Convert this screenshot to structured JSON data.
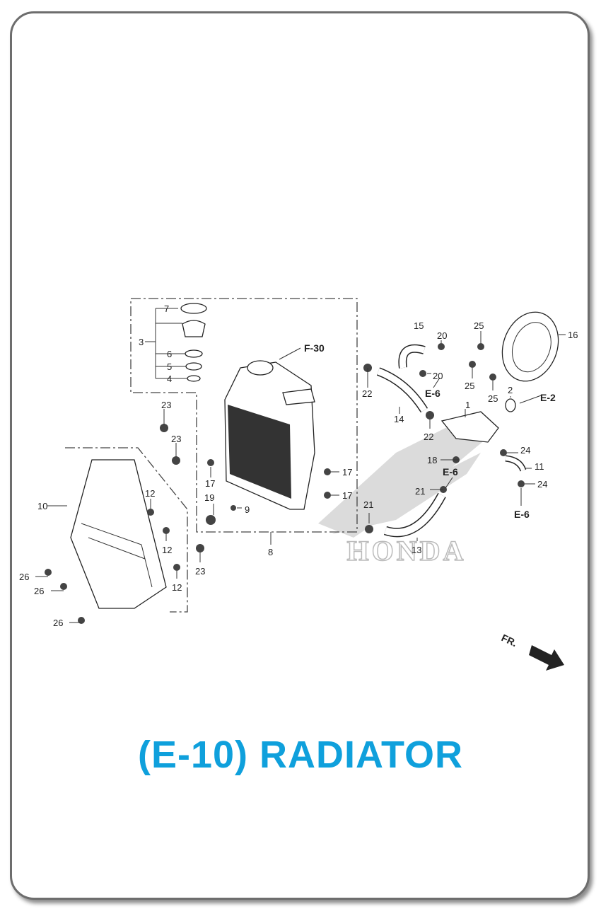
{
  "title": "(E-10) RADIATOR",
  "accent_color": "#0fa0dc",
  "watermark": "HONDA",
  "direction_marker": "FR.",
  "references": {
    "f30": "F-30",
    "e6": "E-6",
    "e2": "E-2"
  },
  "callouts": [
    "1",
    "2",
    "3",
    "4",
    "5",
    "6",
    "7",
    "8",
    "9",
    "10",
    "11",
    "12",
    "13",
    "14",
    "15",
    "16",
    "17",
    "18",
    "19",
    "20",
    "21",
    "22",
    "23",
    "24",
    "25",
    "26"
  ]
}
